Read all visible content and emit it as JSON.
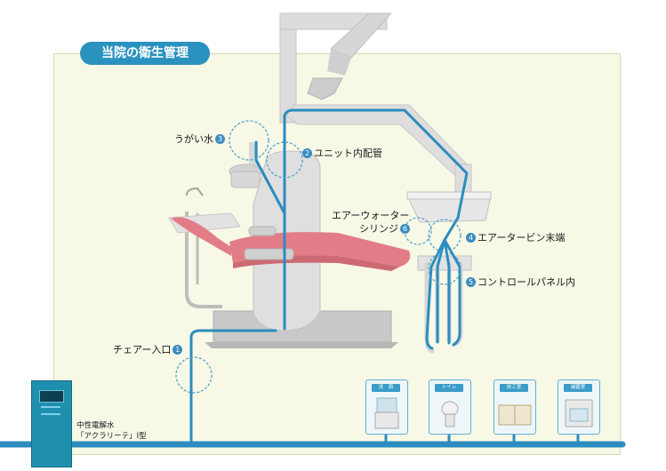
{
  "title": "当院の衛生管理",
  "labels": {
    "ugai": "うがい水",
    "unit": "ユニット内配管",
    "air_water": "エアーウォーター",
    "syringe": "シリンジ",
    "turbine": "エアータービン末端",
    "control": "コントロールパネル内",
    "chair_inlet": "チェアー入口"
  },
  "numbers": {
    "one": "1",
    "two": "2",
    "three": "3",
    "four": "4",
    "five": "5",
    "six": "6"
  },
  "device": {
    "name_line1": "中性電解水",
    "name_line2": "「アクラリーテ」Ⅰ型"
  },
  "facilities": [
    {
      "tag": "洗　面"
    },
    {
      "tag": "トイレ"
    },
    {
      "tag": "技工室"
    },
    {
      "tag": "滅菌室"
    }
  ],
  "colors": {
    "pipe": "#2c8cbf",
    "badge": "#2a92bf",
    "seat": "#e07a84",
    "panel": "#f7f8e6"
  }
}
